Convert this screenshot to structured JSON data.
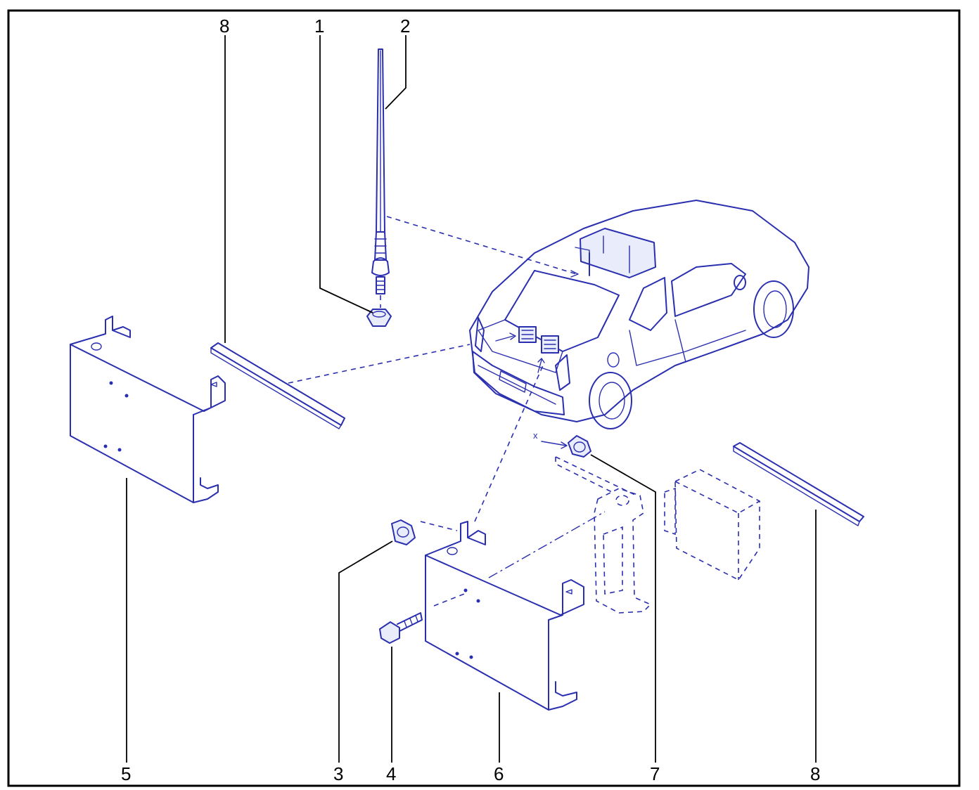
{
  "colors": {
    "ink": "#2a2fb0",
    "fill": "#e9ecfa",
    "frame": "#000000"
  },
  "callouts": {
    "c1": "1",
    "c2": "2",
    "c3": "3",
    "c4": "4",
    "c5": "5",
    "c6": "6",
    "c7": "7",
    "c8_top": "8",
    "c8_bottom": "8"
  },
  "annotations": {
    "x_mark": "x"
  }
}
